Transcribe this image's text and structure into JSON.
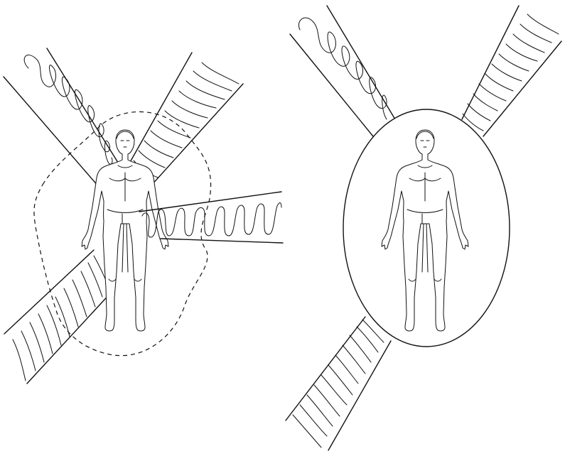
{
  "figure": {
    "panels": [
      {
        "id": "left",
        "boundary_style": "dashed",
        "boundary_shape": "irregular",
        "beams": [
          {
            "id": "upper-left",
            "pattern": "wave"
          },
          {
            "id": "upper-right",
            "pattern": "arcs"
          },
          {
            "id": "right",
            "pattern": "wave",
            "penetrates_body": true
          },
          {
            "id": "lower-left",
            "pattern": "arcs"
          }
        ]
      },
      {
        "id": "right",
        "boundary_style": "solid",
        "boundary_shape": "ellipse",
        "beams": [
          {
            "id": "upper-left",
            "pattern": "wave"
          },
          {
            "id": "upper-right",
            "pattern": "arcs"
          },
          {
            "id": "lower-left",
            "pattern": "arcs"
          }
        ]
      }
    ],
    "colors": {
      "stroke": "#111111",
      "background": "#ffffff"
    },
    "icons": [
      "human-figure-icon",
      "wave-beam-icon",
      "arc-beam-icon"
    ]
  }
}
